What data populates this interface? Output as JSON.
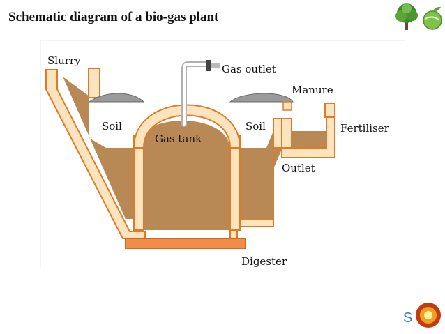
{
  "title": "Schematic diagram of a bio-gas plant",
  "labels": {
    "slurry": "Slurry",
    "gas_outlet": "Gas outlet",
    "manure": "Manure",
    "soil_left": "Soil",
    "soil_right": "Soil",
    "gas_tank": "Gas tank",
    "fertiliser": "Fertiliser",
    "outlet": "Outlet",
    "digester": "Digester"
  },
  "badge": {
    "text": "S"
  },
  "colors": {
    "wall_outline": "#e07a28",
    "wall_fill": "#fce4bf",
    "slurry_fill": "#b88954",
    "lid": "#9a9a9a",
    "base": "#f28c4a"
  }
}
